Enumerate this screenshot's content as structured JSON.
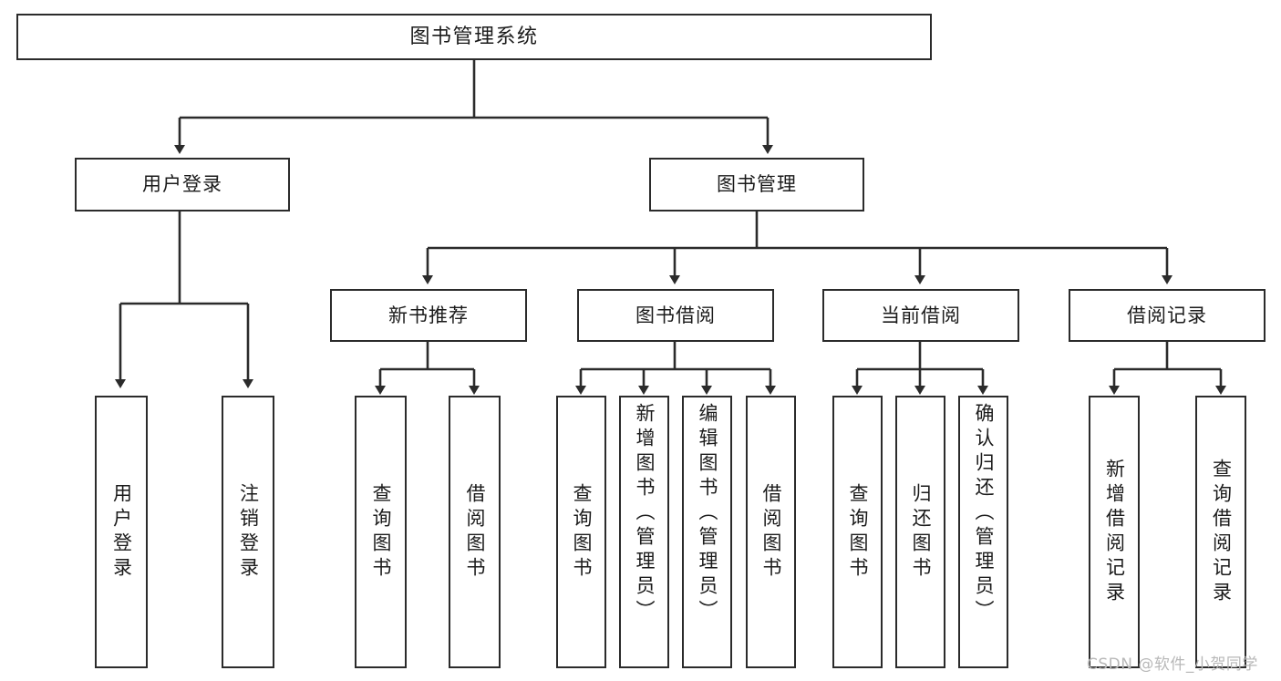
{
  "diagram": {
    "title": "图书管理系统",
    "type": "hierarchy-tree",
    "background_color": "#ffffff",
    "stroke_color": "#2b2b2b",
    "text_color": "#1b1b1b"
  },
  "nodes": {
    "root": {
      "label": "图书管理系统"
    },
    "level2": [
      {
        "label": "用户登录"
      },
      {
        "label": "图书管理"
      }
    ],
    "level3": [
      {
        "label": "新书推荐"
      },
      {
        "label": "图书借阅"
      },
      {
        "label": "当前借阅"
      },
      {
        "label": "借阅记录"
      }
    ],
    "leaves_user_login": [
      {
        "label": "用户登录"
      },
      {
        "label": "注销登录"
      }
    ],
    "leaves_new_book": [
      {
        "label": "查询图书"
      },
      {
        "label": "借阅图书"
      }
    ],
    "leaves_borrow": [
      {
        "label": "查询图书"
      },
      {
        "label": "新增图书（管理员）"
      },
      {
        "label": "编辑图书（管理员）"
      },
      {
        "label": "借阅图书"
      }
    ],
    "leaves_current": [
      {
        "label": "查询图书"
      },
      {
        "label": "归还图书"
      },
      {
        "label": "确认归还（管理员）"
      }
    ],
    "leaves_records": [
      {
        "label": "新增借阅记录"
      },
      {
        "label": "查询借阅记录"
      }
    ]
  },
  "watermark": {
    "text": "CSDN @软件_小贺同学"
  }
}
